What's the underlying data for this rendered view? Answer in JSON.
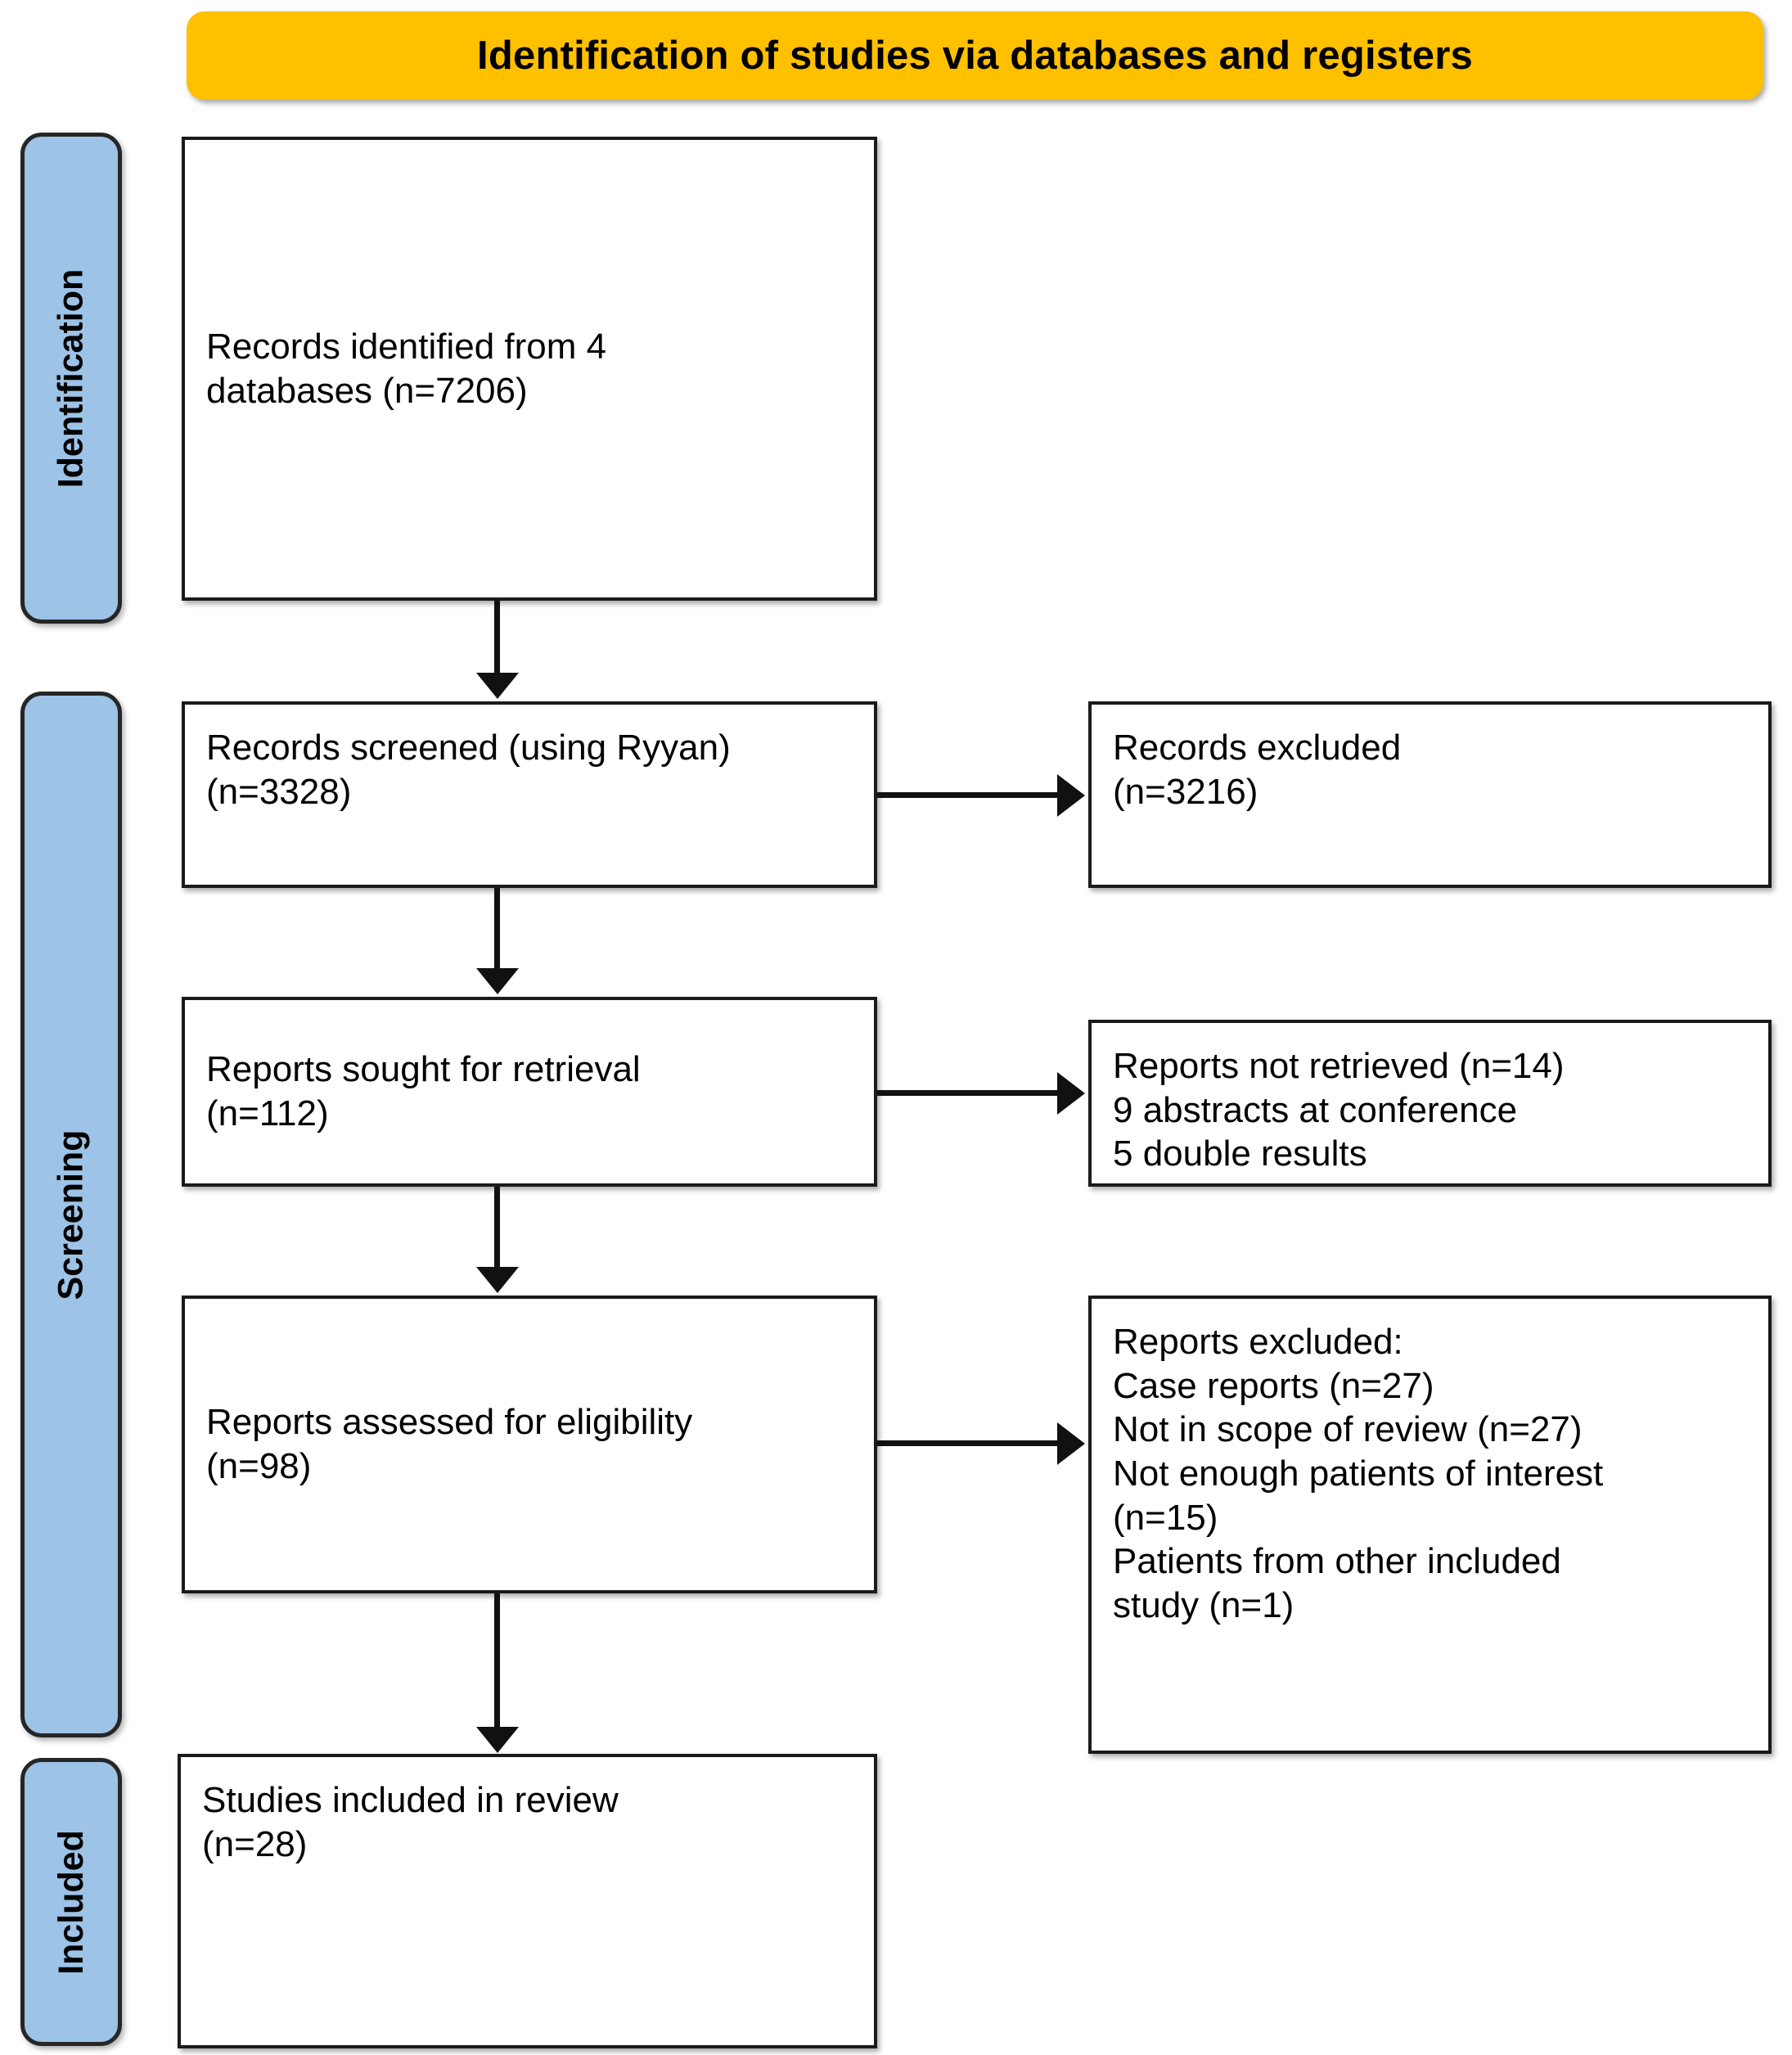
{
  "diagram": {
    "title": "Identification of studies via databases and registers",
    "colors": {
      "banner": "#FFC000",
      "stage_bar": "#9DC3E6",
      "box_border": "#1a1a1a",
      "text": "#000000",
      "background": "#ffffff"
    }
  },
  "stages": [
    {
      "label": "Identification"
    },
    {
      "label": "Screening"
    },
    {
      "label": "Included"
    }
  ],
  "boxes": {
    "identified": {
      "text": "Records identified from 4\ndatabases (n=7206)"
    },
    "screened": {
      "text": "Records screened (using Ryyan)\n(n=3328)"
    },
    "records_excluded": {
      "text": "Records excluded\n(n=3216)"
    },
    "sought": {
      "text": "Reports sought for retrieval\n(n=112)"
    },
    "not_retrieved": {
      "text": "Reports not retrieved (n=14)\n9 abstracts at conference\n5 double results"
    },
    "eligibility": {
      "text": "Reports assessed for eligibility\n(n=98)"
    },
    "reports_excluded": {
      "text": "Reports excluded:\nCase reports (n=27)\nNot in scope of review (n=27)\nNot enough patients of interest\n(n=15)\nPatients from other included\nstudy (n=1)"
    },
    "included": {
      "text": "Studies included in review\n(n=28)"
    }
  },
  "counts": {
    "records_identified": 7206,
    "databases": 4,
    "records_screened": 3328,
    "records_excluded": 3216,
    "reports_sought": 112,
    "reports_not_retrieved": 14,
    "abstracts_at_conference": 9,
    "double_results": 5,
    "reports_assessed": 98,
    "excluded_case_reports": 27,
    "excluded_not_in_scope": 27,
    "excluded_not_enough_patients": 15,
    "excluded_patients_other_study": 1,
    "studies_included": 28
  }
}
